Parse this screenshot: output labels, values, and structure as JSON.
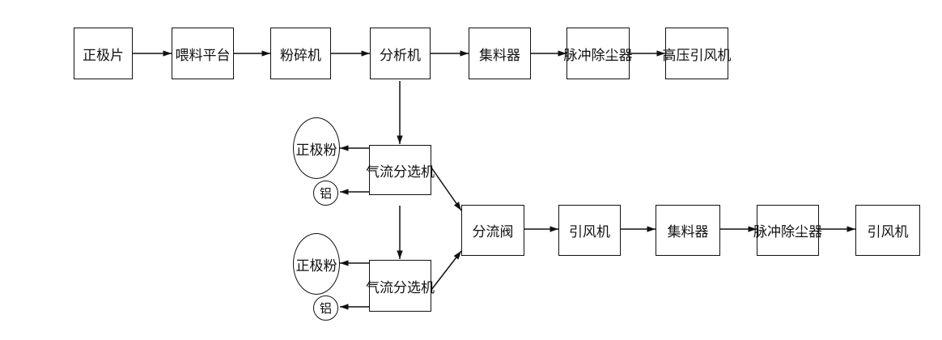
{
  "diagram": {
    "nodes": {
      "positive_sheet": "正极片",
      "feeding_platform": "喂料平台",
      "crusher": "粉碎机",
      "analyzer": "分析机",
      "collector_top": "集料器",
      "pulse_dust_remover_top": "脉冲除尘器",
      "hp_induced_fan": "高压引风机",
      "air_separator_1": "气流分选机",
      "air_separator_2": "气流分选机",
      "positive_powder_1": "正极粉",
      "aluminum_1": "铝",
      "positive_powder_2": "正极粉",
      "aluminum_2": "铝",
      "diverter_valve": "分流阀",
      "induced_fan_1": "引风机",
      "collector_bottom": "集料器",
      "pulse_dust_remover_bottom": "脉冲除尘器",
      "induced_fan_2": "引风机"
    },
    "edges": [
      {
        "from": "正极片",
        "to": "喂料平台"
      },
      {
        "from": "喂料平台",
        "to": "粉碎机"
      },
      {
        "from": "粉碎机",
        "to": "分析机"
      },
      {
        "from": "分析机",
        "to": "集料器"
      },
      {
        "from": "集料器",
        "to": "脉冲除尘器"
      },
      {
        "from": "脉冲除尘器",
        "to": "高压引风机"
      },
      {
        "from": "分析机",
        "to": "气流分选机"
      },
      {
        "from": "气流分选机",
        "to": "正极粉"
      },
      {
        "from": "气流分选机",
        "to": "铝"
      },
      {
        "from": "气流分选机",
        "to": "气流分选机"
      },
      {
        "from": "气流分选机",
        "to": "正极粉"
      },
      {
        "from": "气流分选机",
        "to": "铝"
      },
      {
        "from": "气流分选机",
        "to": "分流阀"
      },
      {
        "from": "气流分选机",
        "to": "分流阀"
      },
      {
        "from": "分流阀",
        "to": "引风机"
      },
      {
        "from": "引风机",
        "to": "集料器"
      },
      {
        "from": "集料器",
        "to": "脉冲除尘器"
      },
      {
        "from": "脉冲除尘器",
        "to": "引风机"
      }
    ]
  }
}
